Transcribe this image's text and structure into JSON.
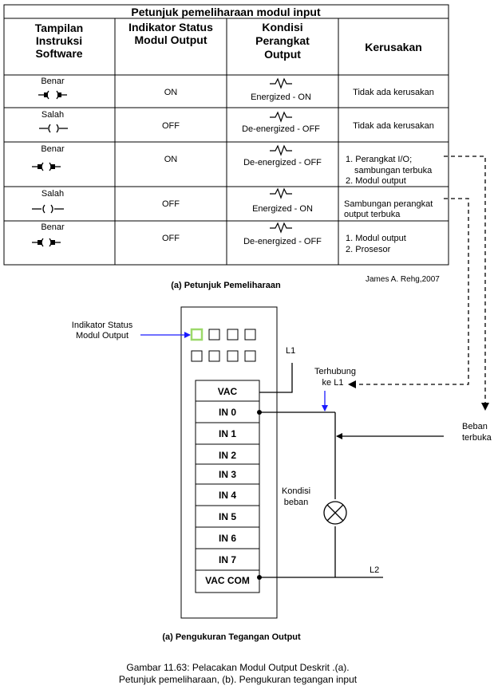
{
  "table": {
    "title": "Petunjuk pemeliharaan modul input",
    "headers": {
      "col1": [
        "Tampilan",
        "Instruksi",
        "Software"
      ],
      "col2": [
        "Indikator Status",
        "Modul Output"
      ],
      "col3": [
        "Kondisi",
        "Perangkat",
        "Output"
      ],
      "col4": [
        "Kerusakan"
      ]
    },
    "rows": [
      {
        "instr": "Benar",
        "status": "ON",
        "cond": "Energized - ON",
        "fault": [
          "Tidak ada kerusakan"
        ]
      },
      {
        "instr": "Salah",
        "status": "OFF",
        "cond": "De-energized - OFF",
        "fault": [
          "Tidak ada kerusakan"
        ]
      },
      {
        "instr": "Benar",
        "status": "ON",
        "cond": "De-energized - OFF",
        "fault": [
          "1. Perangkat I/O;",
          "sambungan terbuka",
          "2. Modul output"
        ]
      },
      {
        "instr": "Salah",
        "status": "OFF",
        "cond": "Energized - ON",
        "fault": [
          "Sambungan perangkat",
          "output terbuka"
        ]
      },
      {
        "instr": "Benar",
        "status": "OFF",
        "cond": "De-energized - OFF",
        "fault": [
          "1. Modul output",
          "2. Prosesor"
        ]
      }
    ],
    "credit": "James A. Rehg,2007",
    "caption": "(a) Petunjuk Pemeliharaan"
  },
  "diagram": {
    "indicator_label": [
      "Indikator  Status",
      "Modul Output"
    ],
    "l1": "L1",
    "l2": "L2",
    "connected_label": [
      "Terhubung",
      "ke L1"
    ],
    "open_load_label": [
      "Beban",
      "terbuka"
    ],
    "load_condition_label": [
      "Kondisi",
      "beban"
    ],
    "terminals": [
      "VAC",
      "IN 0",
      "IN 1",
      "IN 2",
      "IN 3",
      "IN 4",
      "IN 5",
      "IN 6",
      "IN 7",
      "VAC COM"
    ],
    "caption": "(a) Pengukuran Tegangan Output"
  },
  "figure_caption": [
    "Gambar 11.63: Pelacakan Modul Output Deskrit .(a).",
    "Petunjuk pemeliharaan, (b). Pengukuran tegangan input"
  ]
}
